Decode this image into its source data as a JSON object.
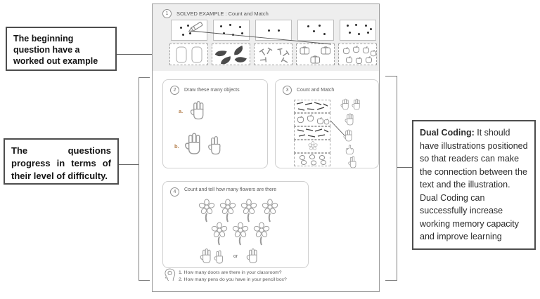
{
  "annotations": {
    "left_top": {
      "text": "The beginning question have a worked out example"
    },
    "left_bottom": {
      "text": "The questions progress in terms of their level of difficulty."
    },
    "right": {
      "lead": "Dual Coding:",
      "body": "  It should have illustrations positioned so that readers can make the connection between the text and the illustration. Dual Coding can successfully increase working memory capacity and improve learning"
    }
  },
  "worksheet": {
    "solved_example": {
      "number": "1",
      "title": "SOLVED EXAMPLE : Count and Match",
      "dot_boxes": [
        {
          "dots": 4,
          "note": "pencil drawn, matched by line to gift-boxes"
        },
        {
          "dots": 6
        },
        {
          "dots": 2
        },
        {
          "dots": 4
        },
        {
          "dots": 7
        }
      ],
      "object_boxes": [
        {
          "object": "doors",
          "count": 2
        },
        {
          "object": "leaves",
          "count": 4
        },
        {
          "object": "hammers",
          "count": 6
        },
        {
          "object": "gift-boxes",
          "count": 3
        },
        {
          "object": "apples",
          "count": 7
        }
      ]
    },
    "sections": {
      "draw": {
        "number": "2",
        "title": "Draw these many objects",
        "item_a": "a.",
        "item_b": "b."
      },
      "match": {
        "number": "3",
        "title": "Count and Match",
        "left_items": [
          "arrows",
          "apples",
          "sticks",
          "flower",
          "eggs"
        ],
        "right_items": [
          "pair of hands",
          "open hand",
          "open hand",
          "fist with one finger",
          "hand with two fingers"
        ]
      },
      "flowers": {
        "number": "4",
        "title": "Count and tell how many flowers are there",
        "flowers_row1": 4,
        "flowers_row2": 3,
        "or_label": "or"
      },
      "questions": {
        "q1": "1. How many doors are there in your classroom?",
        "q2": "2. How many pens do you have in your pencil box?"
      }
    }
  },
  "colors": {
    "band_bg": "#eeeeee",
    "line": "#666666",
    "sketch": "#9a9a9a",
    "accent_letter": "#b5814f"
  }
}
